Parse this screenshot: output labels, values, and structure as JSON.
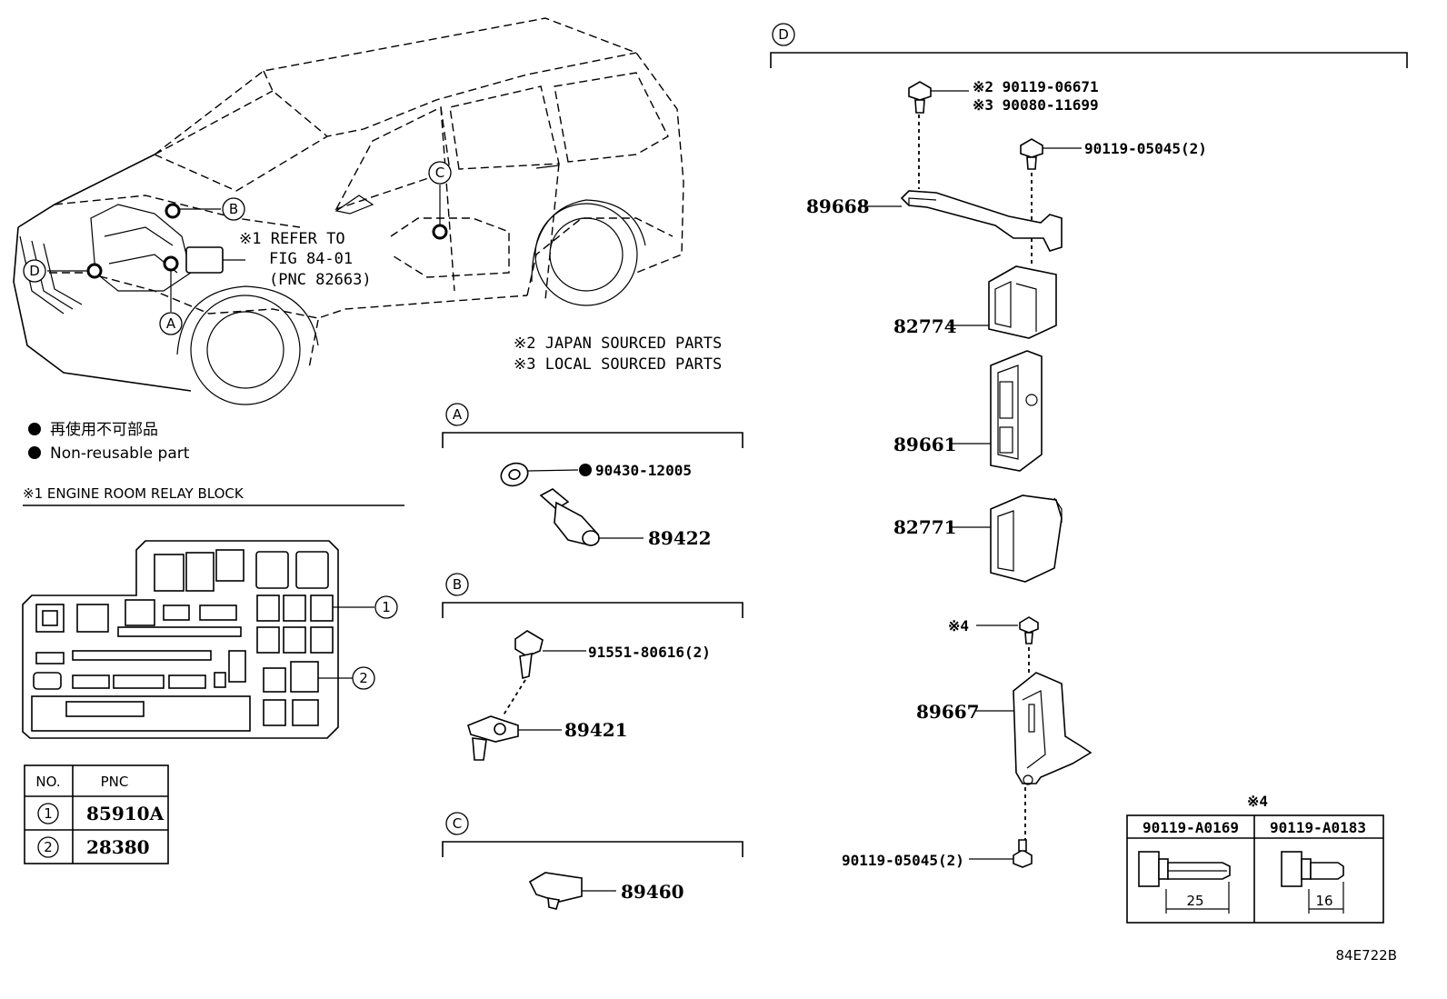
{
  "callouts": {
    "A": "A",
    "B": "B",
    "C": "C",
    "D": "D"
  },
  "notes": {
    "refer_line1": "※1 REFER TO",
    "refer_line2": "FIG 84-01",
    "refer_line3": "(PNC 82663)",
    "japan": "※2 JAPAN SOURCED PARTS",
    "local": "※3 LOCAL SOURCED PARTS"
  },
  "legend": {
    "jp": "再使用不可部品",
    "en": "Non-reusable part"
  },
  "relay_block": {
    "title": "※1 ENGINE ROOM RELAY BLOCK",
    "marker1": "1",
    "marker2": "2",
    "table": {
      "header_no": "NO.",
      "header_pnc": "PNC",
      "rows": [
        {
          "no": "1",
          "pnc": "85910A"
        },
        {
          "no": "2",
          "pnc": "28380"
        }
      ]
    }
  },
  "section_a": {
    "part_washer": "90430-12005",
    "part_sensor": "89422"
  },
  "section_b": {
    "part_bolt": "91551-80616(2)",
    "part_sensor": "89421"
  },
  "section_c": {
    "part_sensor": "89460"
  },
  "section_d": {
    "bolt_top_line1": "※2 90119-06671",
    "bolt_top_line2": "※3 90080-11699",
    "bolt_right": "90119-05045(2)",
    "bracket_top": "89668",
    "cover_upper": "82774",
    "ecu": "89661",
    "cover_lower": "82771",
    "note4": "※4",
    "bracket_lower": "89667",
    "bolt_bottom": "90119-05045(2)"
  },
  "note4_table": {
    "title": "※4",
    "col1": "90119-A0169",
    "col2": "90119-A0183",
    "dim1": "25",
    "dim2": "16"
  },
  "figure_code": "84E722B"
}
